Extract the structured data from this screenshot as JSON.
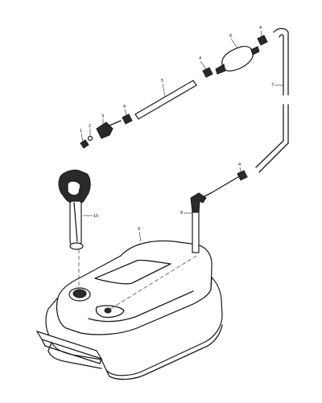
{
  "callouts": [
    {
      "id": "1",
      "label": "1"
    },
    {
      "id": "2",
      "label": "2"
    },
    {
      "id": "3",
      "label": "3"
    },
    {
      "id": "4a",
      "label": "4"
    },
    {
      "id": "4b",
      "label": "4"
    },
    {
      "id": "4c",
      "label": "4"
    },
    {
      "id": "4d",
      "label": "4"
    },
    {
      "id": "5",
      "label": "5"
    },
    {
      "id": "6",
      "label": "6"
    },
    {
      "id": "7",
      "label": "7"
    },
    {
      "id": "8",
      "label": "8"
    },
    {
      "id": "9",
      "label": "9"
    },
    {
      "id": "10",
      "label": "10"
    }
  ],
  "colors": {
    "ink": "#1a1a1a",
    "paper": "#ffffff"
  }
}
